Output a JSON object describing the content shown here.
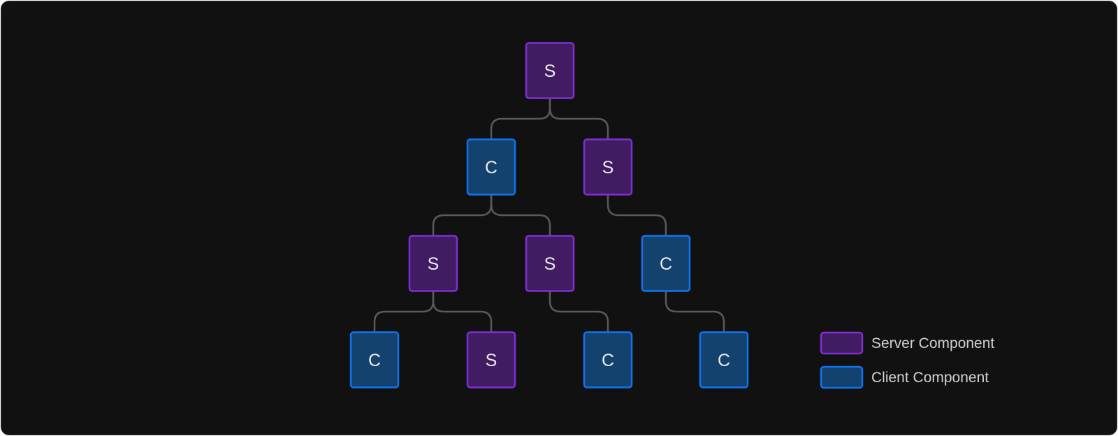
{
  "colors": {
    "background": "#111111",
    "connector": "#5a5a5a",
    "server_fill": "#421c63",
    "server_border": "#7e2fd4",
    "client_fill": "#14426f",
    "client_border": "#1074f0"
  },
  "nodes": [
    {
      "id": "n0",
      "type": "server",
      "label": "S"
    },
    {
      "id": "n1",
      "type": "client",
      "label": "C",
      "parent": "n0"
    },
    {
      "id": "n2",
      "type": "server",
      "label": "S",
      "parent": "n0"
    },
    {
      "id": "n3",
      "type": "server",
      "label": "S",
      "parent": "n1"
    },
    {
      "id": "n4",
      "type": "server",
      "label": "S",
      "parent": "n1"
    },
    {
      "id": "n5",
      "type": "client",
      "label": "C",
      "parent": "n2"
    },
    {
      "id": "n6",
      "type": "client",
      "label": "C",
      "parent": "n3"
    },
    {
      "id": "n7",
      "type": "server",
      "label": "S",
      "parent": "n3"
    },
    {
      "id": "n8",
      "type": "client",
      "label": "C",
      "parent": "n4"
    },
    {
      "id": "n9",
      "type": "client",
      "label": "C",
      "parent": "n5"
    }
  ],
  "legend": [
    {
      "type": "server",
      "label": "Server Component"
    },
    {
      "type": "client",
      "label": "Client Component"
    }
  ]
}
